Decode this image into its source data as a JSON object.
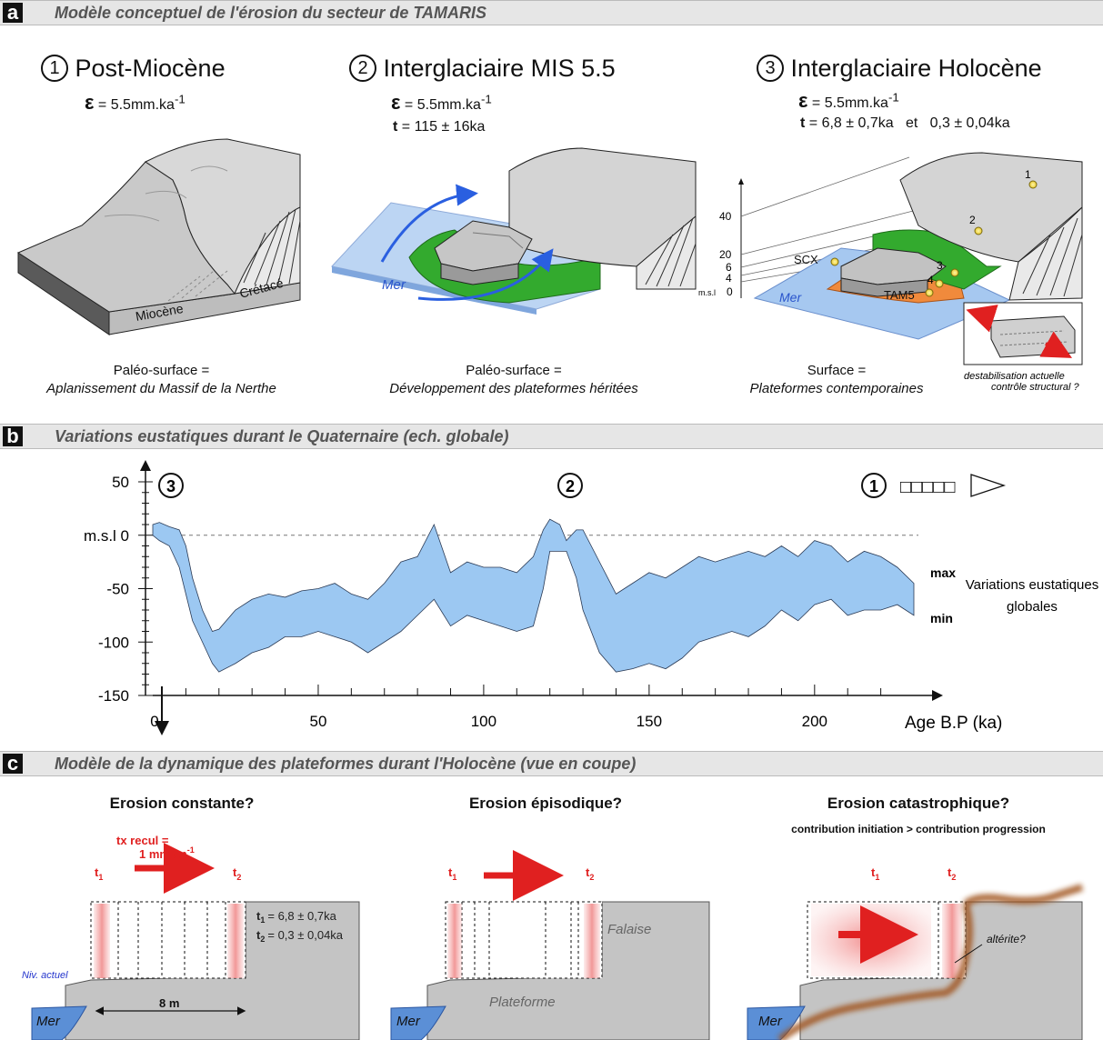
{
  "panel_a": {
    "letter": "a",
    "title": "Modèle conceptuel de l'érosion du secteur de TAMARIS",
    "stages": [
      {
        "num": "1",
        "title": "Post-Miocène",
        "epsilon": "= 5.5mm.ka",
        "epsilon_exp": "-1",
        "surface_label": "Paléo-surface =",
        "surface_desc": "Aplanissement du Massif de la Nerthe"
      },
      {
        "num": "2",
        "title": "Interglaciaire MIS 5.5",
        "epsilon": "= 5.5mm.ka",
        "epsilon_exp": "-1",
        "age_label": "t",
        "age": "= 115 ± 16ka",
        "surface_label": "Paléo-surface =",
        "surface_desc": "Développement des plateformes héritées"
      },
      {
        "num": "3",
        "title": "Interglaciaire Holocène",
        "epsilon": "= 5.5mm.ka",
        "epsilon_exp": "-1",
        "age_label": "t",
        "age": "= 6,8 ± 0,7ka   et   0,3 ± 0,04ka",
        "surface_label": "Surface =",
        "surface_desc": "Plateformes contemporaines"
      }
    ],
    "labels": {
      "miocene": "Miocène",
      "cretace": "Crétacé",
      "mer": "Mer",
      "scx": "SCX",
      "tam5": "TAM5",
      "site_1": "1",
      "site_2": "2",
      "site_3": "3",
      "site_4": "4",
      "alt_40": "40",
      "alt_20": "20",
      "alt_6": "6",
      "alt_4": "4",
      "alt_msl": "m.s.l",
      "alt_0": "0",
      "inset_line1": "destabilisation actuelle",
      "inset_line2": "contrôle structural ?"
    },
    "colors": {
      "rock": "#c8c8c8",
      "platform_green": "#33aa2e",
      "platform_orange": "#f08a3c",
      "sea": "#a6c8f0",
      "site_dot": "#f3e24a"
    }
  },
  "panel_b": {
    "letter": "b",
    "title": "Variations eustatiques durant le Quaternaire (ech. globale)",
    "markers": {
      "m3": "3",
      "m2": "2",
      "m1": "1",
      "m1_text": "□□□□□"
    },
    "legend": {
      "max": "max",
      "min": "min",
      "desc_line1": "Variations eustatiques",
      "desc_line2": "globales"
    },
    "chart_data": {
      "type": "area",
      "xlabel": "Age B.P (ka)",
      "ylabel": "",
      "xlim": [
        0,
        230
      ],
      "ylim": [
        -150,
        50
      ],
      "y_ticks": [
        50,
        0,
        -50,
        -100,
        -150
      ],
      "y_tick_labels": [
        "50",
        "m.s.l  0",
        "-50",
        "-100",
        "-150"
      ],
      "x_ticks": [
        0,
        50,
        100,
        150,
        200
      ],
      "reference_line": {
        "y": 0,
        "style": "dashed"
      },
      "fill_color": "#9cc8f2",
      "x": [
        0,
        2,
        5,
        8,
        10,
        12,
        15,
        18,
        20,
        25,
        30,
        35,
        40,
        45,
        50,
        55,
        60,
        65,
        70,
        75,
        80,
        85,
        90,
        95,
        100,
        105,
        110,
        115,
        118,
        120,
        123,
        125,
        128,
        130,
        135,
        140,
        145,
        150,
        155,
        160,
        165,
        170,
        175,
        180,
        185,
        190,
        195,
        200,
        205,
        210,
        215,
        220,
        225,
        230
      ],
      "max": [
        10,
        12,
        8,
        5,
        -10,
        -40,
        -70,
        -90,
        -88,
        -70,
        -60,
        -55,
        -58,
        -52,
        -50,
        -45,
        -55,
        -60,
        -45,
        -25,
        -20,
        10,
        -35,
        -25,
        -30,
        -30,
        -35,
        -20,
        5,
        15,
        10,
        -5,
        5,
        5,
        -25,
        -55,
        -45,
        -35,
        -40,
        -30,
        -20,
        -25,
        -20,
        -15,
        -20,
        -10,
        -20,
        -5,
        -10,
        -25,
        -15,
        -20,
        -30,
        -45
      ],
      "min": [
        0,
        -5,
        -10,
        -30,
        -55,
        -80,
        -100,
        -120,
        -128,
        -120,
        -110,
        -105,
        -95,
        -95,
        -90,
        -95,
        -100,
        -110,
        -100,
        -90,
        -75,
        -60,
        -85,
        -75,
        -80,
        -85,
        -90,
        -85,
        -50,
        -15,
        -15,
        -15,
        -40,
        -70,
        -110,
        -128,
        -125,
        -120,
        -125,
        -115,
        -100,
        -95,
        -90,
        -95,
        -85,
        -70,
        -80,
        -65,
        -60,
        -75,
        -70,
        -70,
        -65,
        -75
      ]
    }
  },
  "panel_c": {
    "letter": "c",
    "title": "Modèle de la dynamique des plateformes durant l'Holocène (vue en coupe)",
    "scenarios": [
      {
        "title": "Erosion constante?"
      },
      {
        "title": "Erosion épisodique?"
      },
      {
        "title": "Erosion catastrophique?",
        "subtitle": "contribution initiation > contribution progression"
      }
    ],
    "labels": {
      "tx_recul": "tx recul  =",
      "tx_value": "1 mm.an",
      "tx_exp": "-1",
      "t1": "t",
      "t1_sub": "1",
      "t2": "t",
      "t2_sub": "2",
      "t1_value": "= 6,8 ± 0,7ka",
      "t2_value": "= 0,3 ± 0,04ka",
      "niv_actuel": "Niv. actuel",
      "mer": "Mer",
      "distance": "8 m",
      "falaise": "Falaise",
      "plateforme": "Plateforme",
      "alterite": "altérite?"
    },
    "colors": {
      "rock": "#c4c4c4",
      "sea": "#5b8fd6",
      "arrow": "#e02020",
      "pink": "#f4a0a0",
      "alterite": "#a0521e"
    }
  }
}
